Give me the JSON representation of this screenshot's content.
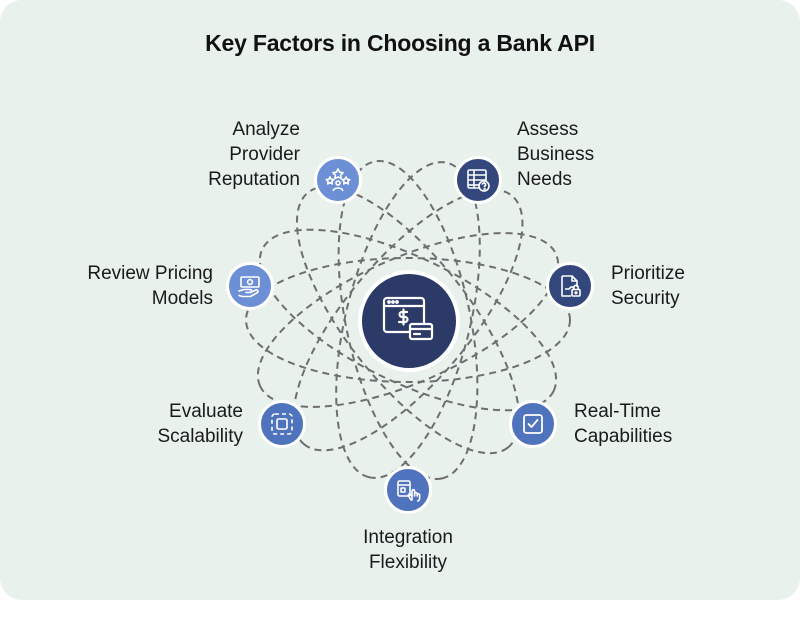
{
  "title": "Key Factors in Choosing a Bank API",
  "colors": {
    "background": "#e9f1ec",
    "center": "#2b3a67",
    "light": "#6c8fd6",
    "mid": "#5073bd",
    "dark": "#34477c",
    "orbit": "#6e6e6e"
  },
  "factors": [
    {
      "id": "reputation",
      "label": "Analyze\nProvider\nReputation",
      "icon": "star-ratings-icon"
    },
    {
      "id": "business",
      "label": "Assess\nBusiness\nNeeds",
      "icon": "checklist-spreadsheet-icon"
    },
    {
      "id": "pricing",
      "label": "Review Pricing\nModels",
      "icon": "cash-in-hand-icon"
    },
    {
      "id": "security",
      "label": "Prioritize\nSecurity",
      "icon": "secure-document-lock-icon"
    },
    {
      "id": "scalability",
      "label": "Evaluate\nScalability",
      "icon": "expand-frame-icon"
    },
    {
      "id": "realtime",
      "label": "Real-Time\nCapabilities",
      "icon": "checkbox-icon"
    },
    {
      "id": "integration",
      "label": "Integration\nFlexibility",
      "icon": "devices-touch-icon"
    }
  ],
  "center_icon": "payment-window-card-icon"
}
